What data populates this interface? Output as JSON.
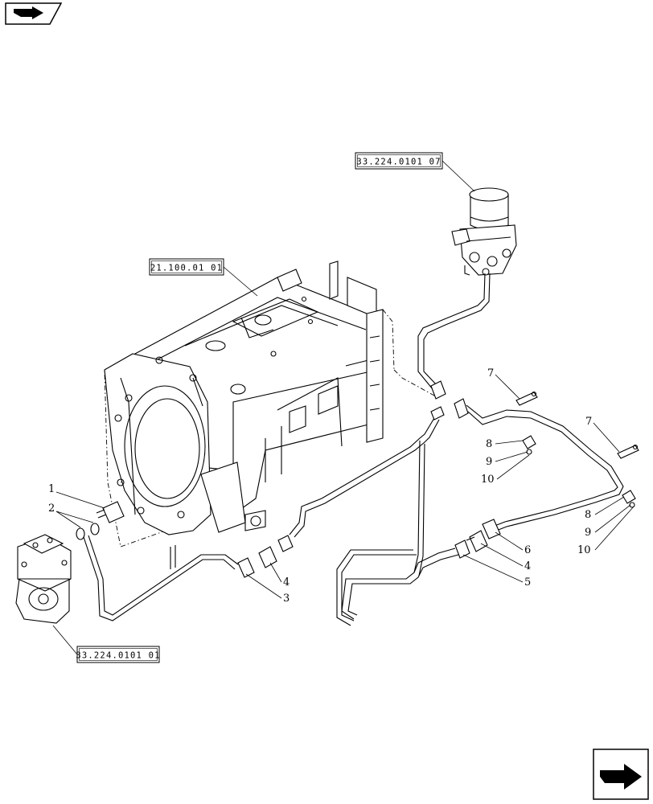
{
  "references": {
    "filter_dryer": "33.224.0101 07",
    "transmission_housing": "21.100.01 01",
    "compressor": "33.224.0101 01"
  },
  "callouts": {
    "p1": "1",
    "p2": "2",
    "p3": "3",
    "p4a": "4",
    "p4b": "4",
    "p5": "5",
    "p6": "6",
    "p7a": "7",
    "p7b": "7",
    "p8a": "8",
    "p8b": "8",
    "p9a": "9",
    "p9b": "9",
    "p10a": "10",
    "p10b": "10"
  },
  "icons": {
    "top_left": "book-arrow-icon",
    "bottom_right": "next-page-arrow-icon"
  }
}
